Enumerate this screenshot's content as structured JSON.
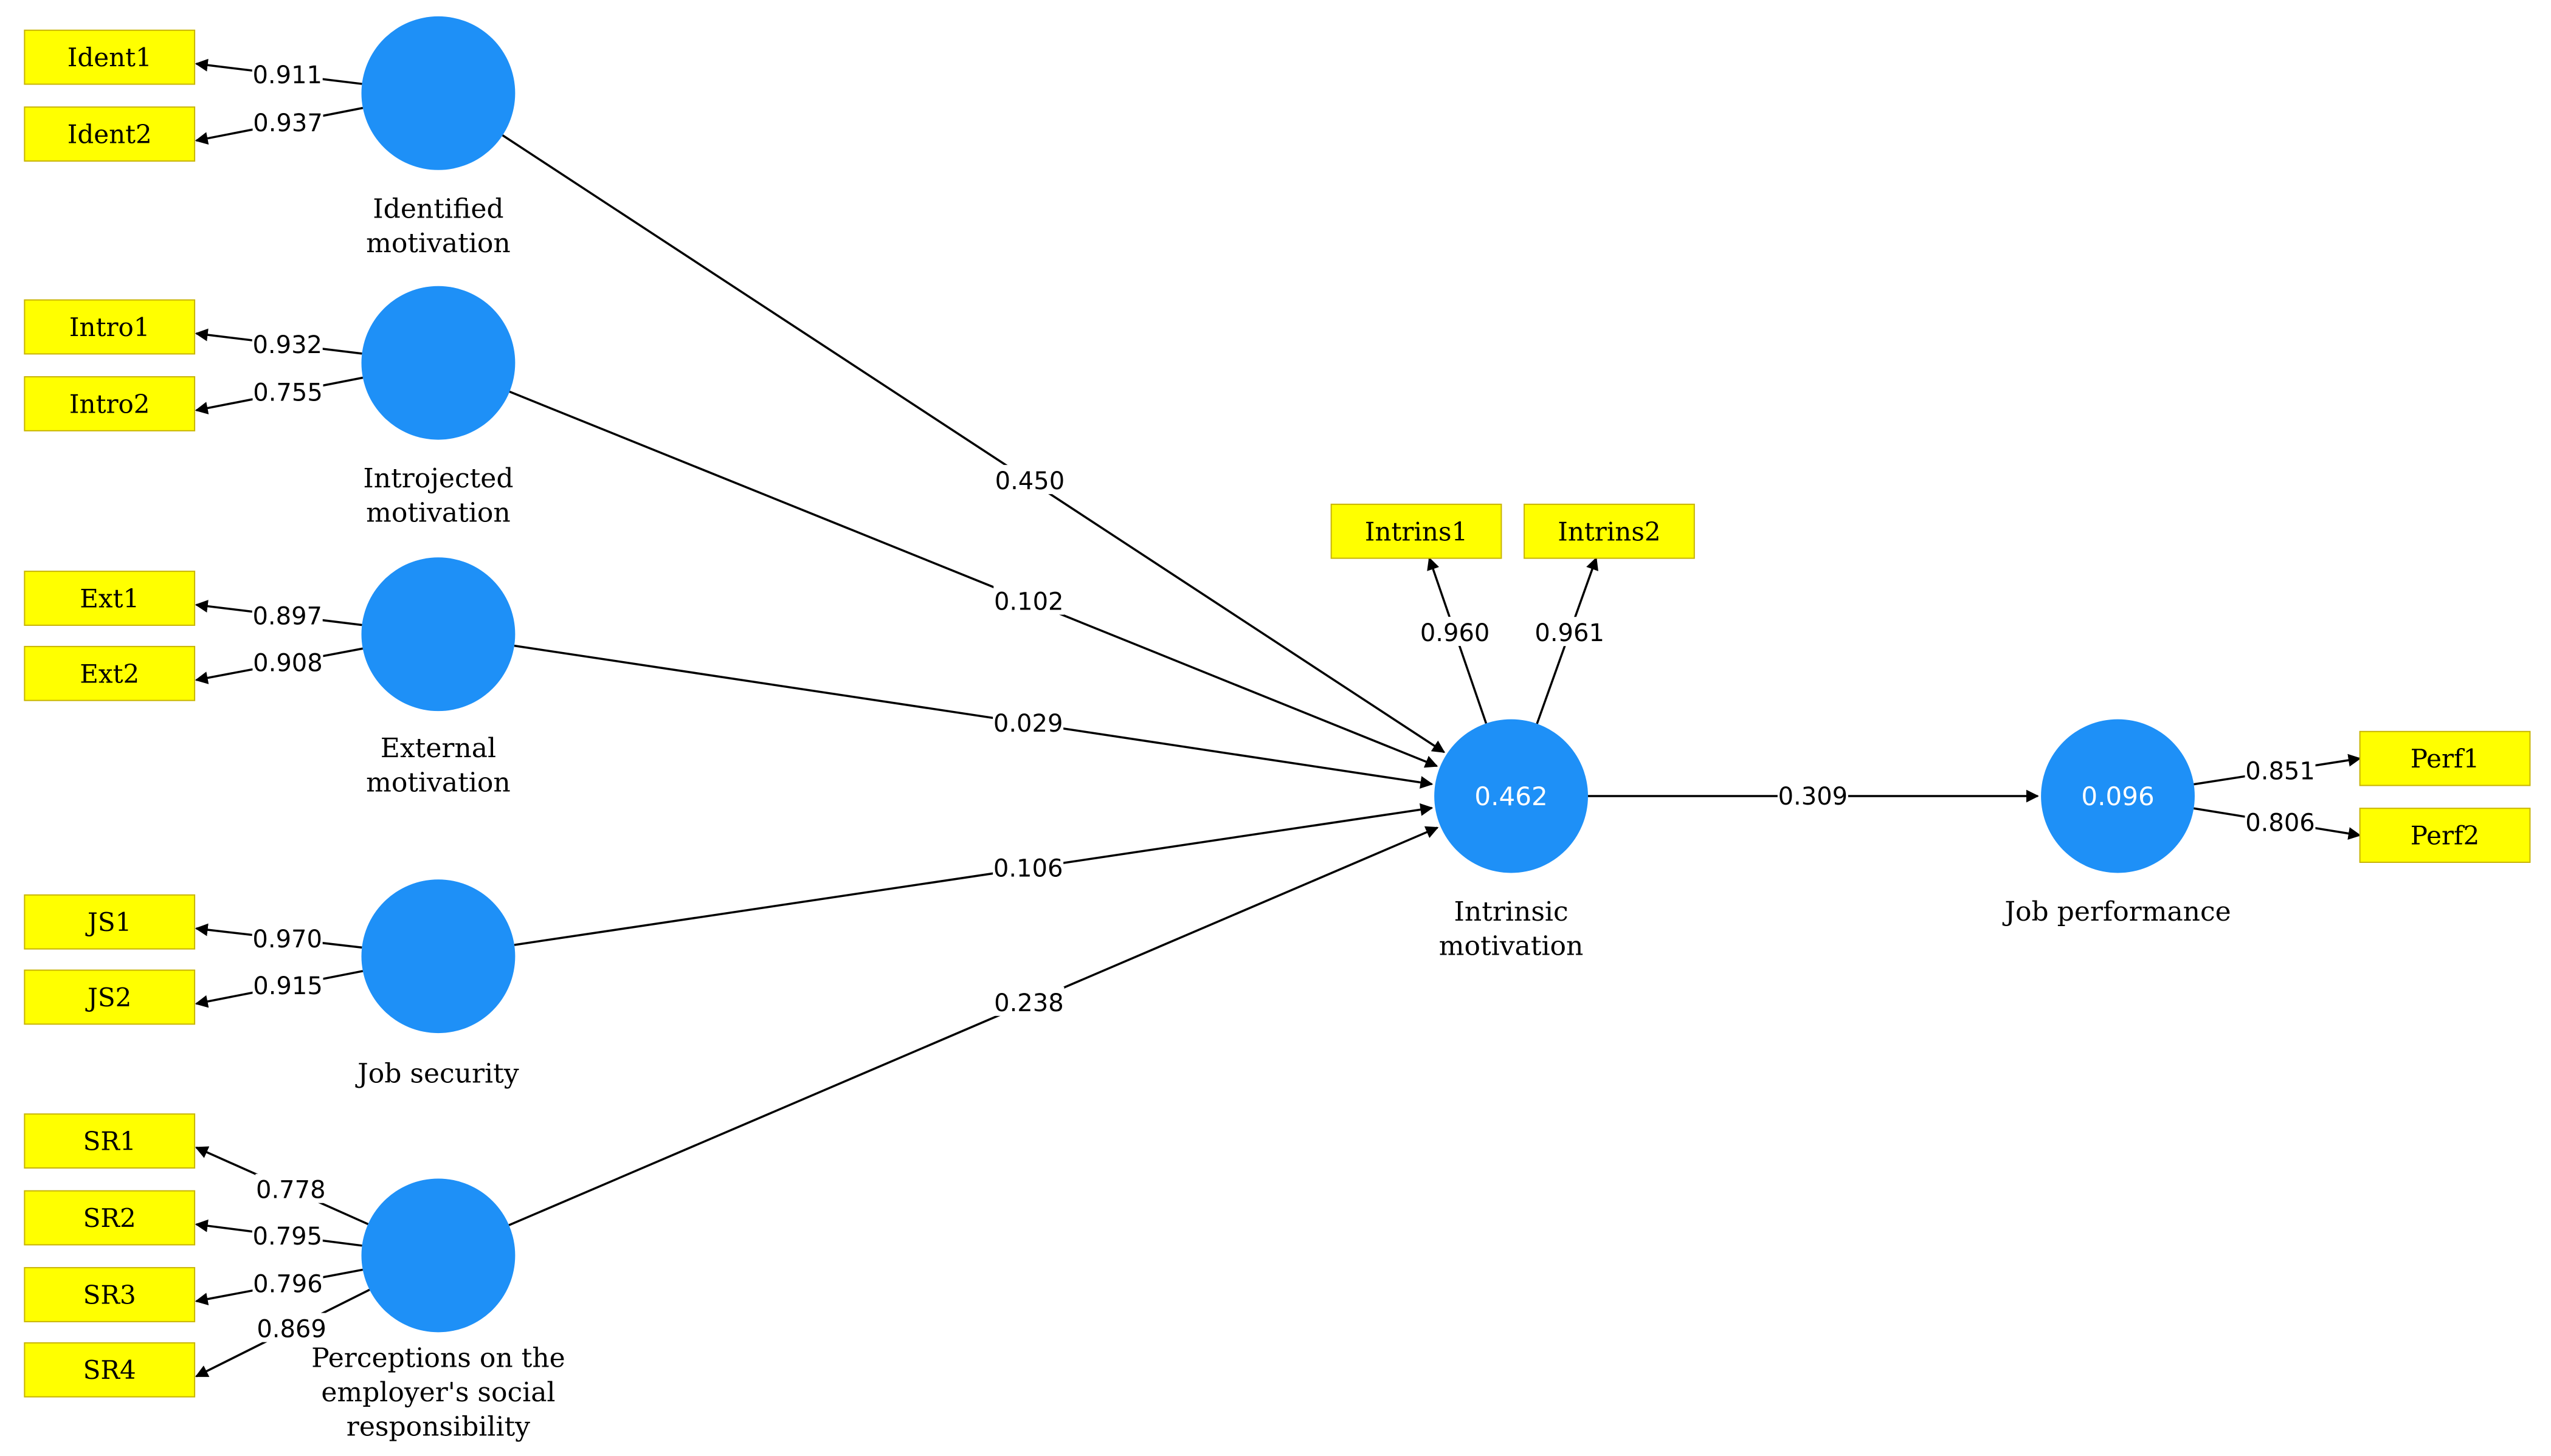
{
  "colors": {
    "construct_fill": "#1E90F7",
    "indicator_fill": "#FFFF00",
    "indicator_border": "#C8B400",
    "line": "#000000",
    "r2_text": "#FFFFFF"
  },
  "constructs": [
    {
      "id": "ident",
      "name_lines": [
        "Identified",
        "motivation"
      ],
      "r2": ""
    },
    {
      "id": "intro",
      "name_lines": [
        "Introjected",
        "motivation"
      ],
      "r2": ""
    },
    {
      "id": "ext",
      "name_lines": [
        "External",
        "motivation"
      ],
      "r2": ""
    },
    {
      "id": "js",
      "name_lines": [
        "Job security"
      ],
      "r2": ""
    },
    {
      "id": "sr",
      "name_lines": [
        "Perceptions on the",
        "employer's social",
        "responsibility"
      ],
      "r2": ""
    },
    {
      "id": "intrins",
      "name_lines": [
        "Intrinsic",
        "motivation"
      ],
      "r2": "0.462"
    },
    {
      "id": "perf",
      "name_lines": [
        "Job performance"
      ],
      "r2": "0.096"
    }
  ],
  "indicators": [
    {
      "id": "Ident1",
      "label": "Ident1",
      "construct": "ident",
      "loading": "0.911"
    },
    {
      "id": "Ident2",
      "label": "Ident2",
      "construct": "ident",
      "loading": "0.937"
    },
    {
      "id": "Intro1",
      "label": "Intro1",
      "construct": "intro",
      "loading": "0.932"
    },
    {
      "id": "Intro2",
      "label": "Intro2",
      "construct": "intro",
      "loading": "0.755"
    },
    {
      "id": "Ext1",
      "label": "Ext1",
      "construct": "ext",
      "loading": "0.897"
    },
    {
      "id": "Ext2",
      "label": "Ext2",
      "construct": "ext",
      "loading": "0.908"
    },
    {
      "id": "JS1",
      "label": "JS1",
      "construct": "js",
      "loading": "0.970"
    },
    {
      "id": "JS2",
      "label": "JS2",
      "construct": "js",
      "loading": "0.915"
    },
    {
      "id": "SR1",
      "label": "SR1",
      "construct": "sr",
      "loading": "0.778"
    },
    {
      "id": "SR2",
      "label": "SR2",
      "construct": "sr",
      "loading": "0.795"
    },
    {
      "id": "SR3",
      "label": "SR3",
      "construct": "sr",
      "loading": "0.796"
    },
    {
      "id": "SR4",
      "label": "SR4",
      "construct": "sr",
      "loading": "0.869"
    },
    {
      "id": "Intrins1",
      "label": "Intrins1",
      "construct": "intrins",
      "loading": "0.960"
    },
    {
      "id": "Intrins2",
      "label": "Intrins2",
      "construct": "intrins",
      "loading": "0.961"
    },
    {
      "id": "Perf1",
      "label": "Perf1",
      "construct": "perf",
      "loading": "0.851"
    },
    {
      "id": "Perf2",
      "label": "Perf2",
      "construct": "perf",
      "loading": "0.806"
    }
  ],
  "paths": [
    {
      "from": "ident",
      "to": "intrins",
      "coef": "0.450"
    },
    {
      "from": "intro",
      "to": "intrins",
      "coef": "0.102"
    },
    {
      "from": "ext",
      "to": "intrins",
      "coef": "0.029"
    },
    {
      "from": "js",
      "to": "intrins",
      "coef": "0.106"
    },
    {
      "from": "sr",
      "to": "intrins",
      "coef": "0.238"
    },
    {
      "from": "intrins",
      "to": "perf",
      "coef": "0.309"
    }
  ]
}
